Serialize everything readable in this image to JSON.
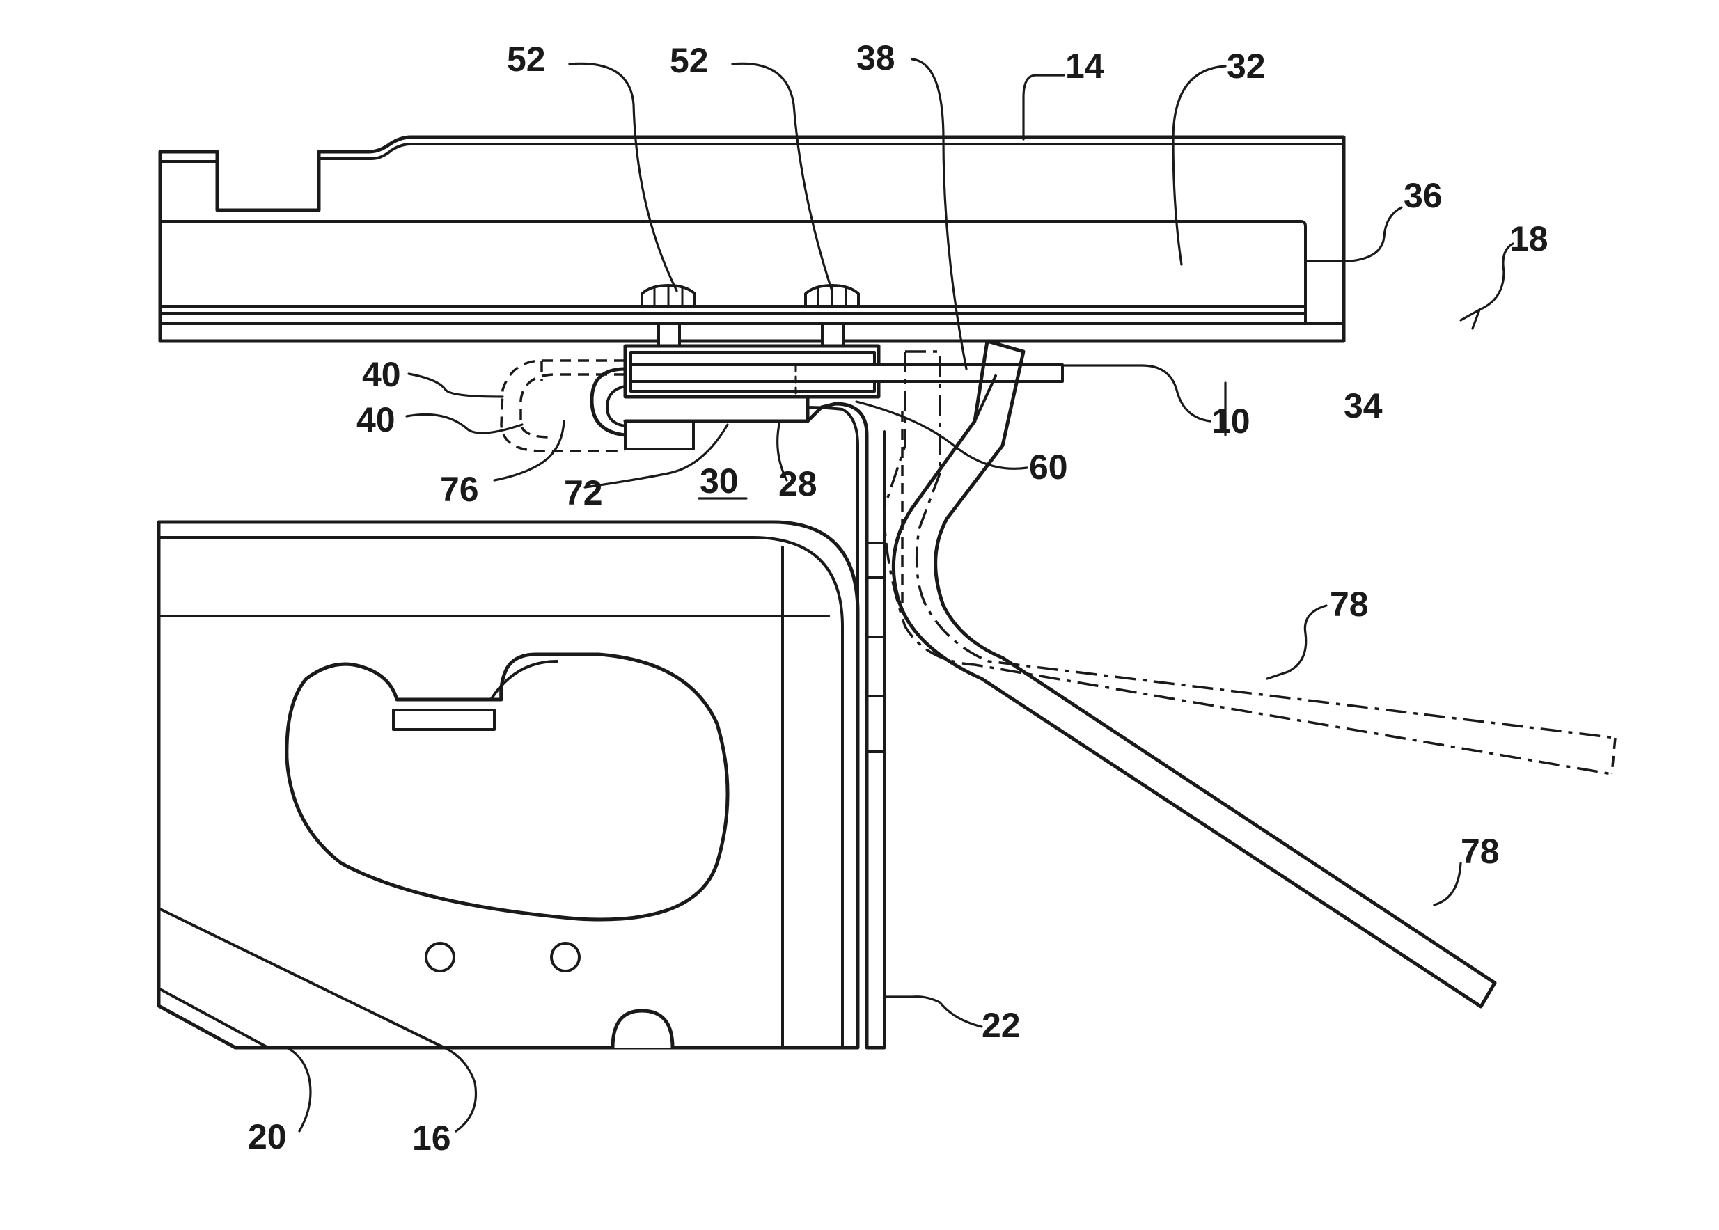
{
  "figure": {
    "reference_numerals": {
      "r52a": "52",
      "r52b": "52",
      "r38": "38",
      "r14": "14",
      "r32": "32",
      "r36": "36",
      "r18": "18",
      "r40a": "40",
      "r40b": "40",
      "r10": "10",
      "r34": "34",
      "r60": "60",
      "r76": "76",
      "r72": "72",
      "r30": "30",
      "r28": "28",
      "r78a": "78",
      "r78b": "78",
      "r22": "22",
      "r20": "20",
      "r16": "16"
    }
  }
}
